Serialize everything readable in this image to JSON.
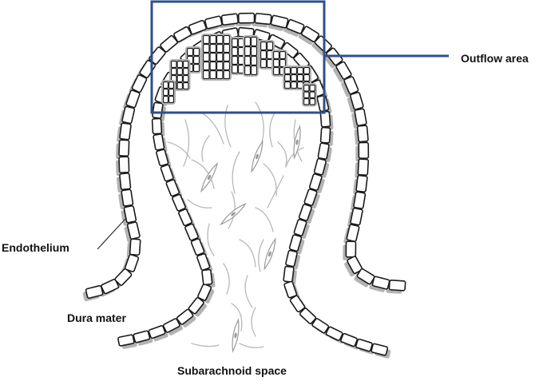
{
  "labels": {
    "outflow_area": "Outflow area",
    "endothelium": "Endothelium",
    "dura_mater": "Dura mater",
    "subarachnoid_space": "Subarachnoid space"
  },
  "colors": {
    "outline": "#1a1a1a",
    "shadow": "#b3b3b3",
    "fiber": "#b8b8b8",
    "cell_fill": "#ffffff",
    "highlight_box": "#2e4f8f",
    "text": "#111111"
  }
}
